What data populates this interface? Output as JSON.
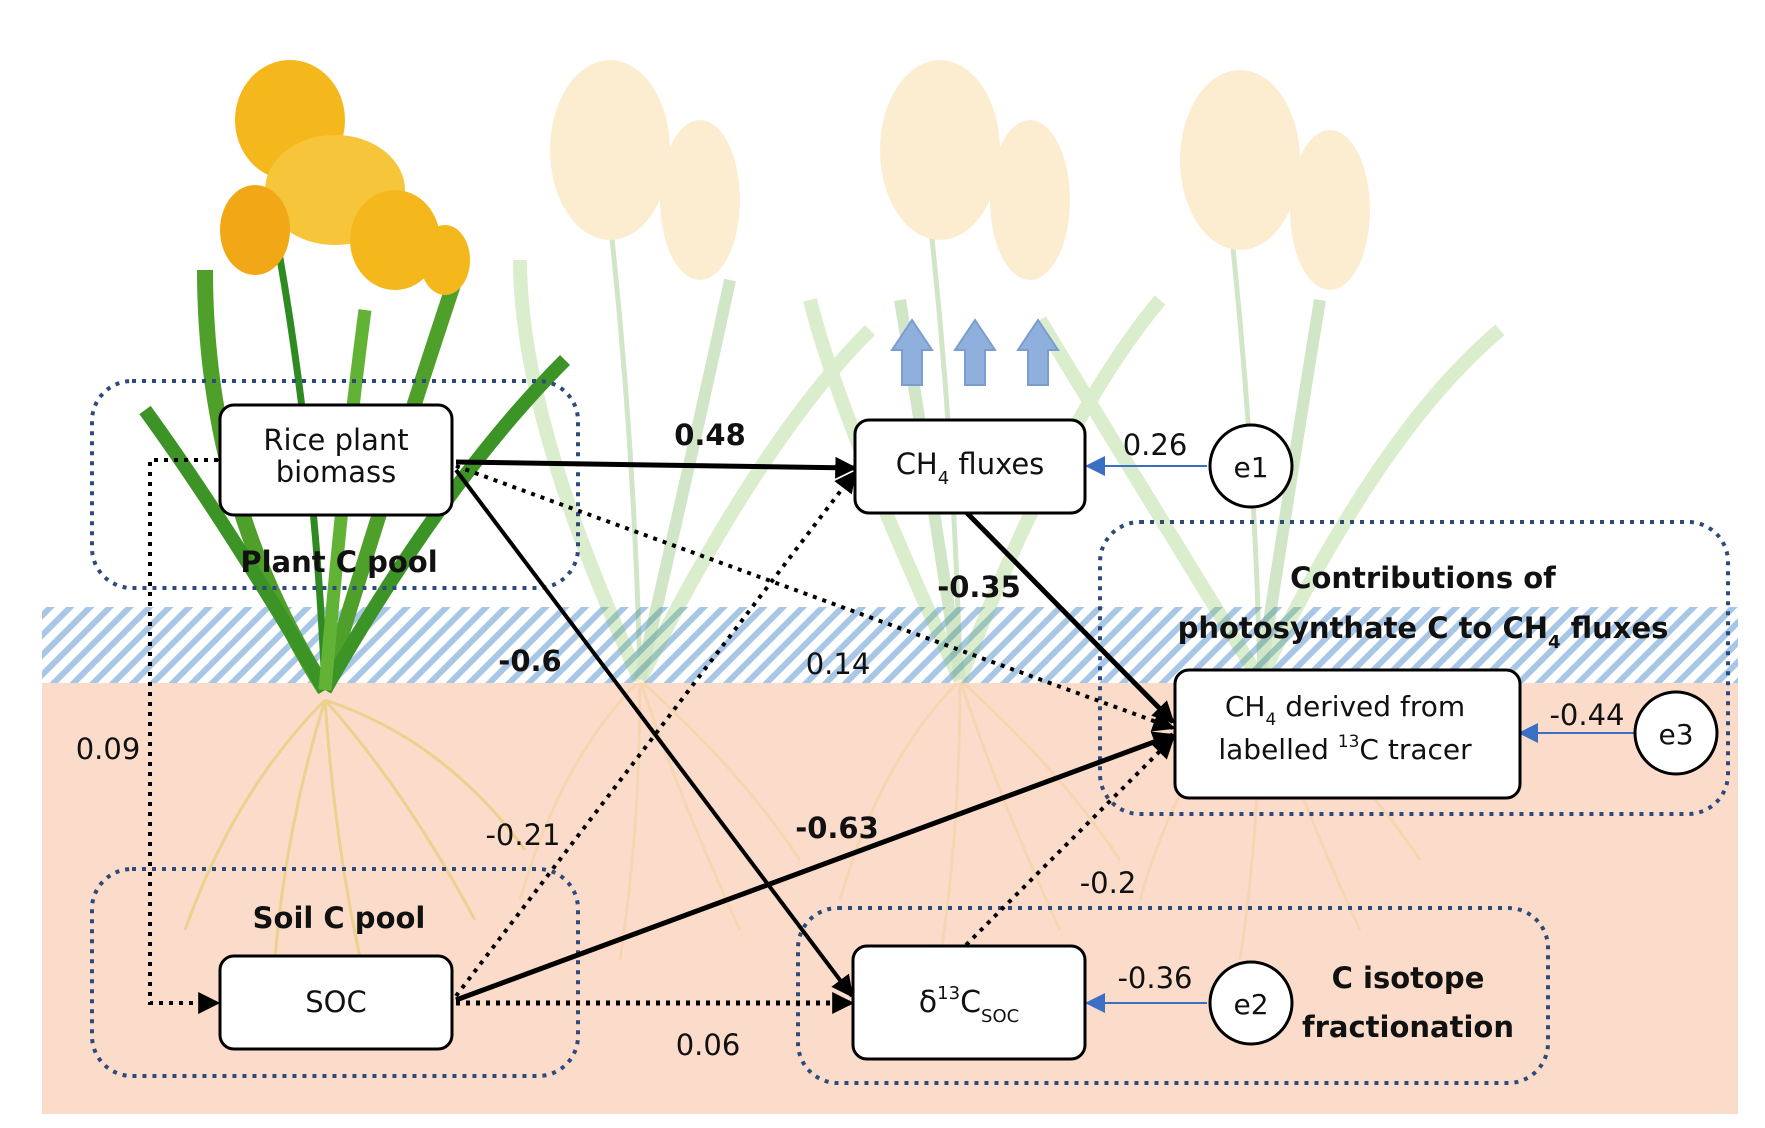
{
  "nodes": {
    "rice_plant_biomass": {
      "line1": "Rice plant",
      "line2": "biomass"
    },
    "ch4_fluxes": {
      "main": "CH",
      "sub": "4",
      "suffix": " fluxes"
    },
    "ch4_derived": {
      "line1_main": "CH",
      "line1_sub": "4",
      "line1_suffix": " derived from",
      "line2_prefix": "labelled ",
      "line2_sup": "13",
      "line2_suffix": "C tracer"
    },
    "soc": {
      "label": "SOC"
    },
    "d13c_soc": {
      "delta": "δ",
      "sup": "13",
      "main": "C",
      "sub": "SOC"
    },
    "e1": "e1",
    "e2": "e2",
    "e3": "e3"
  },
  "groups": {
    "plant_c_pool": "Plant C pool",
    "soil_c_pool": "Soil C pool",
    "contributions_line1": "Contributions of",
    "contributions_line2_prefix": "photosynthate C to CH",
    "contributions_line2_sub": "4",
    "contributions_line2_suffix": " fluxes",
    "fractionation_line1": "C isotope",
    "fractionation_line2": "fractionation"
  },
  "coefficients": {
    "biomass_to_ch4": "0.48",
    "ch4_to_derived": "-0.35",
    "biomass_to_d13c": "-0.6",
    "biomass_to_derived": "0.14",
    "biomass_soc_cov": "0.09",
    "soc_to_ch4": "-0.21",
    "soc_to_derived": "-0.63",
    "d13c_to_derived": "-0.2",
    "soc_to_d13c": "0.06",
    "e1_to_ch4": "0.26",
    "e2_to_d13c": "-0.36",
    "e3_to_derived": "-0.44"
  },
  "colors": {
    "soil": "#fbdccb",
    "surface_stripe": "#a8c6e6",
    "group_border": "#2e4a7d",
    "error_arrow": "#3a6fc4",
    "flux_arrow": "#8fb0dc",
    "grain": "#f5b81c",
    "leaf": "#4fa02a"
  },
  "icons": [
    "rice-plant-icon",
    "upward-flux-arrow-icon"
  ]
}
